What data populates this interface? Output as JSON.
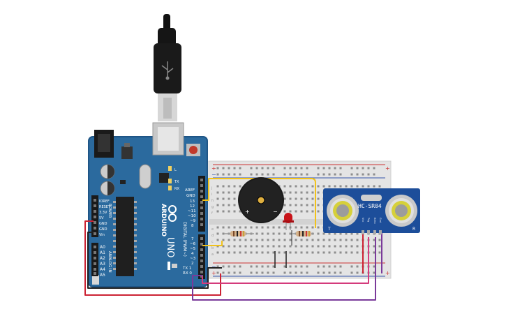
{
  "arduino": {
    "brand": "ARDUINO",
    "model": "UNO",
    "label_aref": "AREF",
    "label_gnd": "GND",
    "pin13": "13",
    "pin12": "12",
    "pin11": "~11",
    "pin10": "~10",
    "pin9": "~9",
    "pin8": "8",
    "pin7": "7",
    "pin6": "~6",
    "pin5": "~5",
    "pin4": "4",
    "pin3": "~3",
    "pin2": "2",
    "pin1": "TX 1",
    "pin0": "RX 0",
    "digital_label": "DIGITAL (PWM~)",
    "power_label": "POWER",
    "analog_label": "ANALOG IN",
    "ioref": "IOREF",
    "reset": "RESET",
    "v33": "3.3V",
    "v5": "5V",
    "gnd1": "GND",
    "gnd2": "GND",
    "vin": "Vin",
    "a0": "A0",
    "a1": "A1",
    "a2": "A2",
    "a3": "A3",
    "a4": "A4",
    "a5": "A5",
    "led_l": "L",
    "led_tx": "TX",
    "led_rx": "RX"
  },
  "sensor": {
    "name": "HC-SR04",
    "pin_vcc": "Vcc",
    "pin_trig": "Trig",
    "pin_echo": "Echo",
    "pin_gnd": "Gnd",
    "t": "T",
    "r": "R"
  },
  "buzzer": {
    "plus": "+",
    "minus": "−"
  },
  "breadboard": {
    "plus": "+",
    "minus": "−",
    "rows_top": [
      "j",
      "i",
      "h",
      "g",
      "f"
    ],
    "rows_bottom": [
      "e",
      "d",
      "c",
      "b",
      "a"
    ]
  },
  "colors": {
    "board": "#2b6a9e",
    "breadboard": "#e2e2e2",
    "wire_yellow": "#f1c21b",
    "wire_red": "#cc2233",
    "wire_black": "#222222",
    "wire_pink": "#d43b7c",
    "wire_purple": "#7a3a9a",
    "sensor": "#1d4e9a",
    "led": "#c8141a"
  }
}
